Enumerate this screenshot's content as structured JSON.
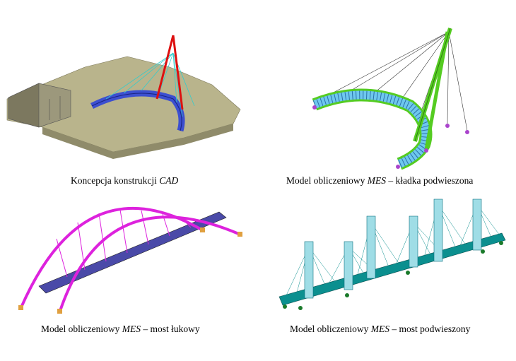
{
  "figures": [
    {
      "id": "cad",
      "caption_before": "Koncepcja konstrukcji ",
      "caption_italic": "CAD",
      "caption_after": ""
    },
    {
      "id": "footbridge",
      "caption_before": "Model obliczeniowy ",
      "caption_italic": "MES",
      "caption_after": " – kładka podwieszona"
    },
    {
      "id": "arch",
      "caption_before": "Model obliczeniowy ",
      "caption_italic": "MES",
      "caption_after": " – most łukowy"
    },
    {
      "id": "suspension",
      "caption_before": "Model obliczeniowy ",
      "caption_italic": "MES",
      "caption_after": " – most podwieszony"
    }
  ],
  "colors": {
    "terrain": "#b9b48c",
    "terrain_dark": "#8f8b6a",
    "deck_blue": "#3c4fd0",
    "pylon_red": "#dd1010",
    "cable_cyan": "#33cccc",
    "mesh_cyan": "#6ec8ee",
    "frame_green": "#55cc22",
    "support_purple": "#aa44cc",
    "arch_magenta": "#dd22dd",
    "support_orange": "#e0a040",
    "teal": "#0b8f8f",
    "pylon_teal": "#9fdde6"
  }
}
